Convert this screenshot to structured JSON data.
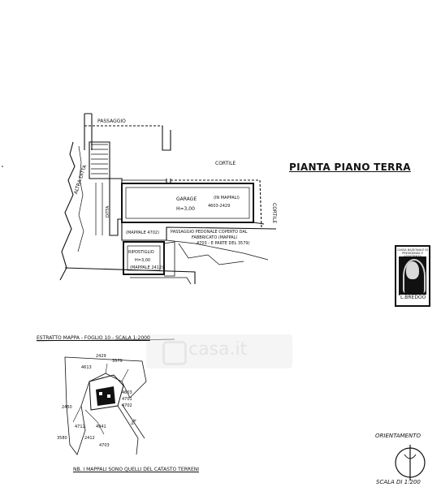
{
  "plan": {
    "title": "PIANTA PIANO TERRA",
    "passaggio": "PASSAGGIO",
    "cortile_top": "CORTILE",
    "cortile_side": "CORTILE",
    "altra_ditta": "ALTRA DITTA",
    "ditta": "DITTA",
    "garage_label": "GARAGE",
    "garage_height": "H=3,00",
    "garage_mappali": "(IN MAPPALI)",
    "garage_mappali_num": "4603-2429",
    "mappale_4702": "(MAPPALE 4702)",
    "passaggio_pedonale_1": "PASSAGGIO PEDONALE COPERTO DAL",
    "passaggio_pedonale_2": "FABBRICATO (MAPPALI",
    "passaggio_pedonale_3": "4703 - E PARTE DEL 3579)",
    "ripostiglio_label": "RIPOSTIGLIO",
    "ripostiglio_height": "H=3,00",
    "ripostiglio_mappale": "(MAPPALE 2412)"
  },
  "estratto": {
    "heading": "ESTRATTO MAPPA - FOGLIO 10 - SCALA 1:2000",
    "numbers": [
      "2429",
      "3579",
      "4613",
      "4603",
      "4701",
      "4702",
      "2450",
      "4712",
      "4941",
      "3580",
      "2412",
      "4703",
      "VIA"
    ],
    "note": "NB. I MAPPALI SONO QUELLI DEL CATASTO TERRENI"
  },
  "stamp": {
    "head": "CASSA NAZIONALE DI PREVIDENZA E ASSISTENZA",
    "value": "L.BREDOO"
  },
  "orientation": {
    "label": "ORIENTAMENTO",
    "scale": "SCALA DI 1:200"
  },
  "watermark": {
    "text": "casa.it"
  }
}
